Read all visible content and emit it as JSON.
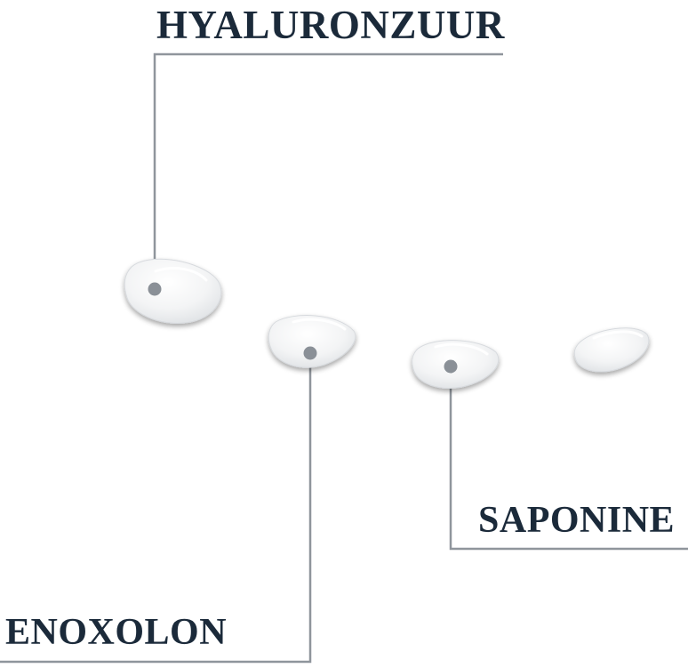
{
  "labels": {
    "hyaluronzuur": "HYALURONZUUR",
    "saponine": "SAPONINE",
    "enoxolon": "ENOXOLON"
  },
  "colors": {
    "text": "#1b2a3a",
    "line": "#8f959c",
    "dot": "#8a9097",
    "drop_fill": "#f4f5f6",
    "drop_shadow": "#c9ccd0"
  }
}
